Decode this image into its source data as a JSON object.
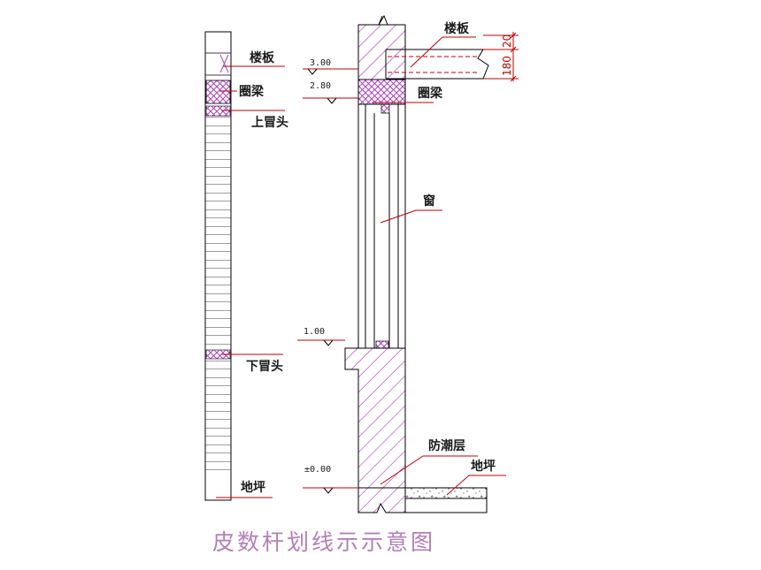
{
  "caption": "皮数杆划线示示意图",
  "labels": {
    "floor_slab": "楼板",
    "ring_beam": "圈梁",
    "upper_lintel": "上冒头",
    "lower_lintel": "下冒头",
    "ground_floor": "地坪",
    "window": "窗",
    "damp_proof_course": "防潮层"
  },
  "elevations": {
    "e300": "3.00",
    "e280": "2.80",
    "e100": "1.00",
    "e000": "±0.00"
  },
  "dimensions": {
    "slab_thickness": "180",
    "slab_top": "20"
  },
  "colors": {
    "hatch": "#b040c0",
    "leader": "#c00000",
    "outline": "#000000"
  }
}
